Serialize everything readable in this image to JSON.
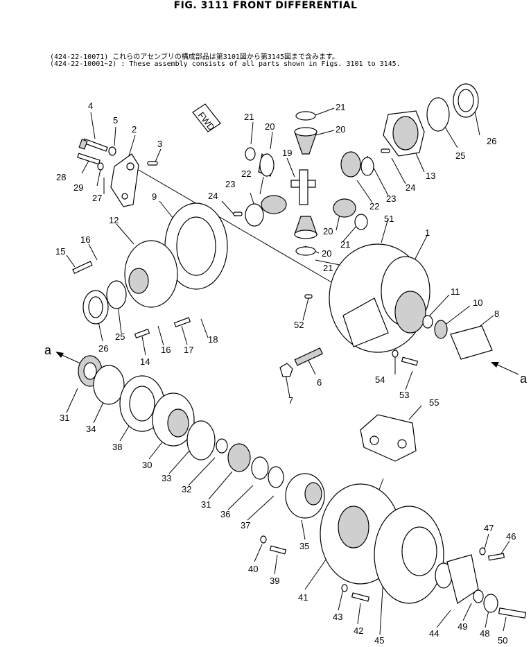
{
  "title": "FIG. 3111  FRONT DIFFERENTIAL",
  "notes": {
    "line1": "(424-22-10071)      これらのアセンブリの構成部品は第3101図から第3145図まで含みます。",
    "line2": "(424-22-10001~2) : These assembly consists of all parts shown in Figs. 3101 to 3145."
  },
  "fwd_label": "FWD",
  "view_labels": [
    "a",
    "a"
  ],
  "callouts": [
    "4",
    "5",
    "2",
    "3",
    "28",
    "29",
    "27",
    "21",
    "20",
    "21",
    "20",
    "19",
    "26",
    "25",
    "13",
    "24",
    "23",
    "22",
    "23",
    "24",
    "9",
    "12",
    "16",
    "15",
    "22",
    "20",
    "21",
    "20",
    "21",
    "51",
    "1",
    "11",
    "10",
    "8",
    "52",
    "26",
    "25",
    "16",
    "14",
    "17",
    "18",
    "6",
    "7",
    "54",
    "53",
    "31",
    "34",
    "38",
    "30",
    "33",
    "32",
    "31",
    "36",
    "37",
    "35",
    "55",
    "40",
    "39",
    "41",
    "43",
    "42",
    "45",
    "44",
    "49",
    "48",
    "47",
    "46",
    "50"
  ]
}
